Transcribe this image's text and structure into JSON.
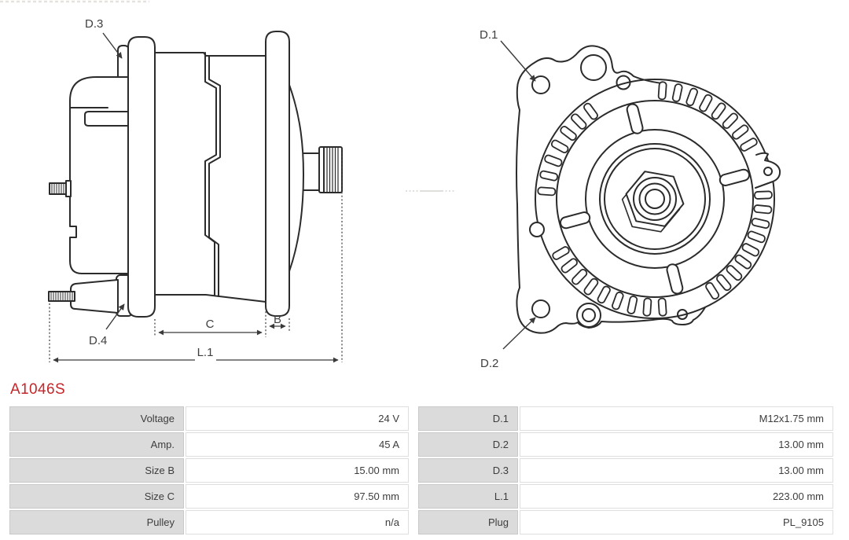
{
  "part": {
    "code": "A1046S"
  },
  "colors": {
    "accent_red": "#c4262a",
    "line": "#2b2b2b",
    "table_label_bg": "#dbdbdb"
  },
  "diagram": {
    "side_view": {
      "labels": {
        "d3": "D.3",
        "d4": "D.4",
        "c": "C",
        "b": "B",
        "l1": "L.1"
      }
    },
    "rear_view": {
      "labels": {
        "d1": "D.1",
        "d2": "D.2"
      }
    }
  },
  "specs": {
    "left": [
      {
        "label": "Voltage",
        "value": "24 V"
      },
      {
        "label": "Amp.",
        "value": "45 A"
      },
      {
        "label": "Size B",
        "value": "15.00 mm"
      },
      {
        "label": "Size C",
        "value": "97.50 mm"
      },
      {
        "label": "Pulley",
        "value": "n/a"
      }
    ],
    "right": [
      {
        "label": "D.1",
        "value": "M12x1.75 mm"
      },
      {
        "label": "D.2",
        "value": "13.00 mm"
      },
      {
        "label": "D.3",
        "value": "13.00 mm"
      },
      {
        "label": "L.1",
        "value": "223.00 mm"
      },
      {
        "label": "Plug",
        "value": "PL_9105"
      }
    ]
  }
}
